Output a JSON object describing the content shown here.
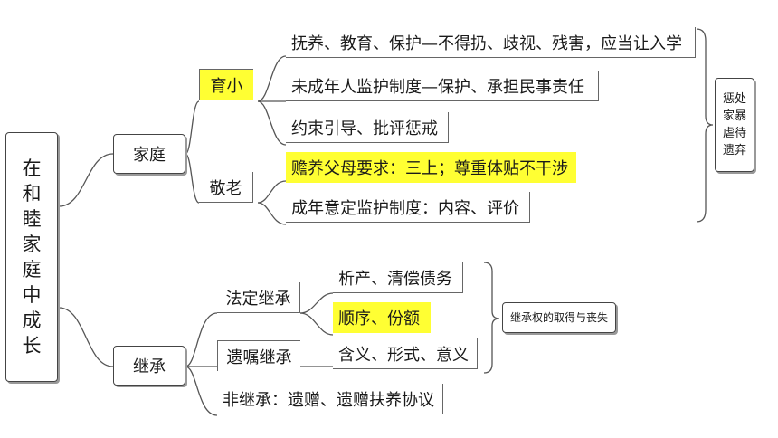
{
  "root": {
    "chars": [
      "在",
      "和",
      "睦",
      "家",
      "庭",
      "中",
      "成",
      "长"
    ]
  },
  "family": {
    "label": "家庭",
    "yuxiao": {
      "label": "育小",
      "items": [
        "抚养、教育、保护—不得扔、歧视、残害，应当让入学",
        "未成年人监护制度—保护、承担民事责任",
        "约束引导、批评惩戒"
      ]
    },
    "jinglao": {
      "label": "敬老",
      "items": [
        "赡养父母要求：三上；尊重体贴不干涉",
        "成年意定监护制度：内容、评价"
      ]
    },
    "side_note": "惩处家暴虐待遗弃"
  },
  "inheritance": {
    "label": "继承",
    "legal": {
      "label": "法定继承",
      "items": [
        "析产、清偿债务",
        "顺序、份额"
      ]
    },
    "testamentary": {
      "label": "遗嘱继承",
      "items": [
        "含义、形式、意义"
      ]
    },
    "non_inheritance": "非继承：遗赠、遗赠扶养协议",
    "side_note": "继承权的取得与丧失"
  },
  "colors": {
    "highlight": "#ffff33",
    "line": "#555555",
    "border": "#444444"
  }
}
